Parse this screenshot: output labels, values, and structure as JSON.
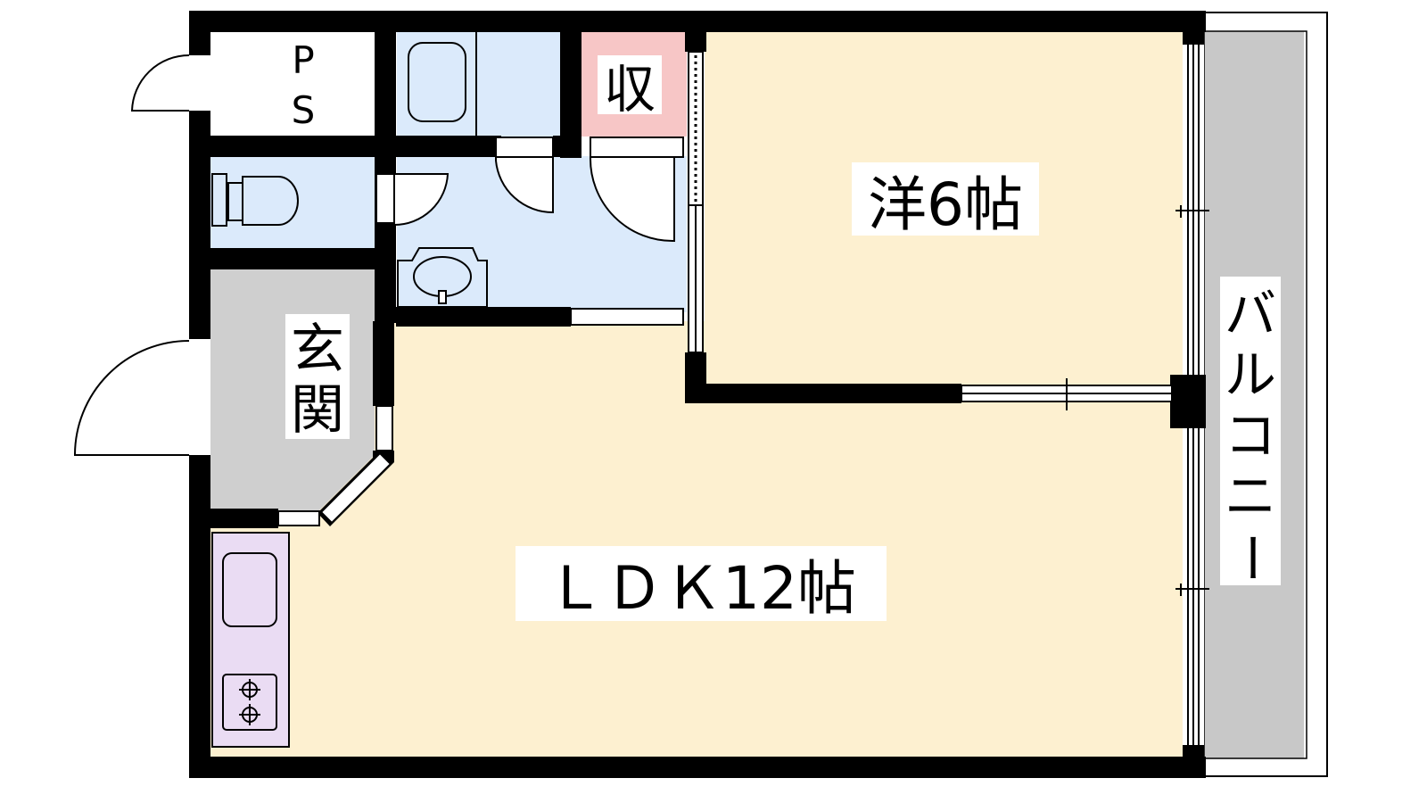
{
  "rooms": {
    "ps": {
      "label_top": "P",
      "label_bottom": "S"
    },
    "storage": {
      "label": "収"
    },
    "western_room": {
      "label": "洋6帖"
    },
    "entrance": {
      "label_top": "玄",
      "label_bottom": "関"
    },
    "ldk": {
      "label": "ＬＤＫ12帖"
    },
    "balcony": {
      "chars": [
        "バ",
        "ル",
        "コ",
        "ニ",
        "ー"
      ]
    }
  },
  "colors": {
    "wall": "#000000",
    "living_floor": "#fdf0d0",
    "wet_area": "#dbeafb",
    "storage": "#f7c6c6",
    "entrance": "#cfcfcf",
    "kitchen": "#eadcf3",
    "balcony": "#c8c8c8"
  }
}
